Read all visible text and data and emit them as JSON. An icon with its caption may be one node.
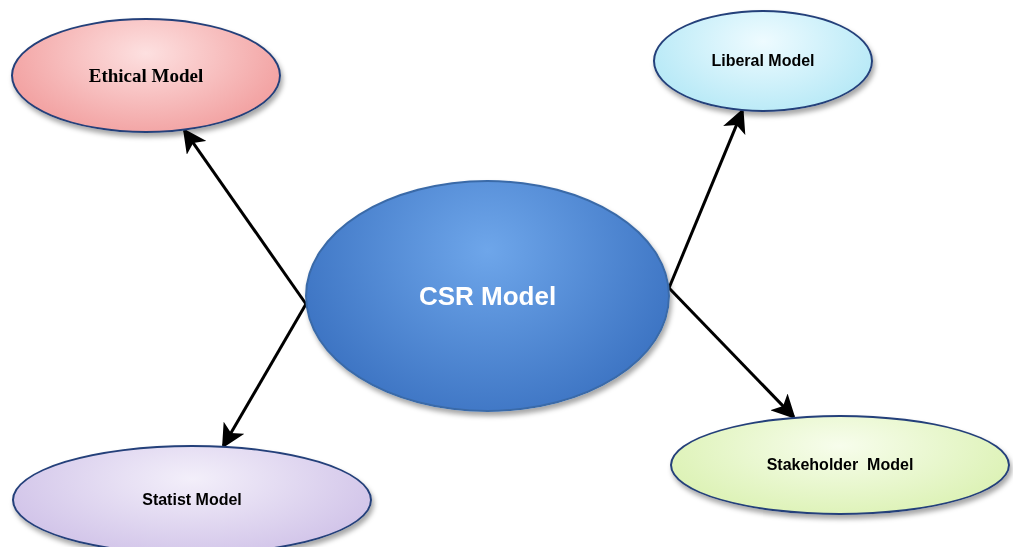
{
  "diagram": {
    "nodes": [
      {
        "text": [
          "CSR Model"
        ]
      },
      {
        "text": [
          "Ethical Model"
        ]
      },
      {
        "text": [
          "Liberal Model"
        ]
      },
      {
        "text": [
          "Statist Model"
        ]
      },
      {
        "text": [
          "Stakeholder  Model"
        ]
      }
    ],
    "edges": [
      {
        "from": 0,
        "to": 1,
        "arrow": "to"
      },
      {
        "from": 0,
        "to": 2,
        "arrow": "to"
      },
      {
        "from": 0,
        "to": 3,
        "arrow": "to"
      },
      {
        "from": 0,
        "to": 4,
        "arrow": "to"
      }
    ]
  }
}
